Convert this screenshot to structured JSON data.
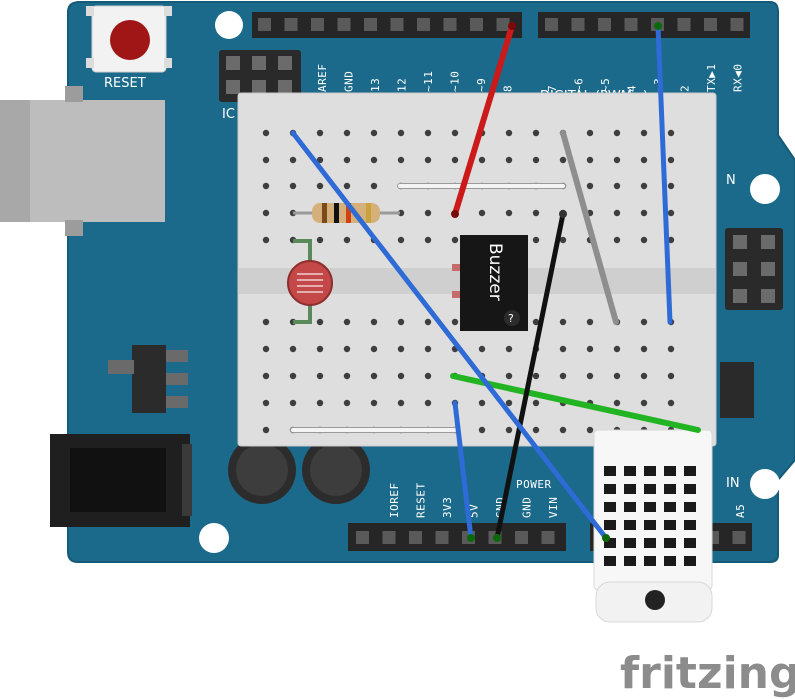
{
  "board": {
    "reset_label": "RESET",
    "icsp_label": "IC",
    "digital_label": "DIGITAL (PWM~)",
    "power_label": "POWER",
    "analog_label": "IN",
    "n_label": "N",
    "top_header_left": [
      "AREF",
      "GND",
      "13",
      "12",
      "~11",
      "~10",
      "~9",
      "8"
    ],
    "top_header_right": [
      "7",
      "~6",
      "~5",
      "4",
      "~3",
      "2",
      "TX▶1",
      "RX◀0"
    ],
    "bottom_header_power": [
      "IOREF",
      "RESET",
      "3V3",
      "5V",
      "GND",
      "GND",
      "VIN"
    ],
    "bottom_header_analog": [
      "A5"
    ]
  },
  "components": {
    "buzzer_label": "Buzzer",
    "buzzer_badge": "?"
  },
  "brand": {
    "name": "fritzing"
  },
  "colors": {
    "board": "#1a6b8c",
    "wire_red": "#cc1a1a",
    "wire_blue": "#2e6bd6",
    "wire_green": "#22b422",
    "wire_black": "#111111",
    "wire_gray": "#8e8e8e",
    "wire_white": "#f4f4f4"
  }
}
